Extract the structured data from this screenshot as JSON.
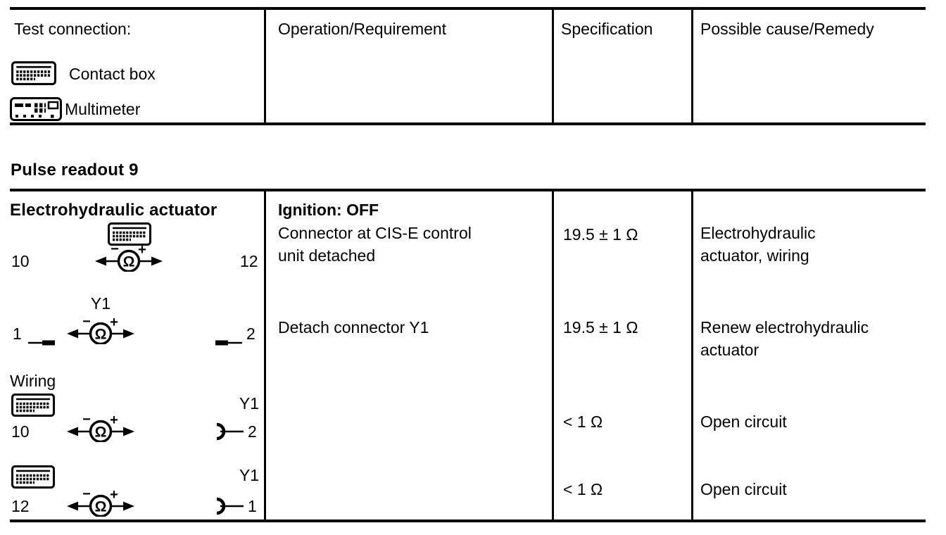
{
  "page": {
    "header": {
      "col1_title": "Test connection:",
      "legend": [
        {
          "icon": "contact-box-icon",
          "label": "Contact box"
        },
        {
          "icon": "multimeter-icon",
          "label": "Multimeter"
        }
      ],
      "col2": "Operation/Requirement",
      "col3": "Specification",
      "col4": "Possible cause/Remedy"
    },
    "section": {
      "heading": "Pulse readout 9"
    },
    "block": {
      "title": "Electrohydraulic actuator",
      "wiring": "Wiring",
      "meter": {
        "minus": "−",
        "plus": "+",
        "omega": "Ω"
      },
      "rows": [
        {
          "left": "10",
          "right": "12",
          "label": ""
        },
        {
          "left": "1",
          "right": "2",
          "label": "Y1"
        },
        {
          "left": "10",
          "right": "2",
          "label": "Y1"
        },
        {
          "left": "12",
          "right": "1",
          "label": "Y1"
        }
      ],
      "operation": {
        "row1_bold": "Ignition: OFF",
        "row1_line1": "Connector at CIS-E control",
        "row1_line2": "unit detached",
        "row2": "Detach connector Y1"
      },
      "specs": [
        "19.5 ± 1 Ω",
        "19.5 ± 1 Ω",
        "< 1 Ω",
        "< 1 Ω"
      ],
      "remedies": [
        {
          "line1": "Electrohydraulic",
          "line2": "actuator, wiring"
        },
        {
          "line1": "Renew electrohydraulic",
          "line2": "actuator"
        },
        {
          "line1": "Open circuit",
          "line2": ""
        },
        {
          "line1": "Open circuit",
          "line2": ""
        }
      ]
    }
  }
}
